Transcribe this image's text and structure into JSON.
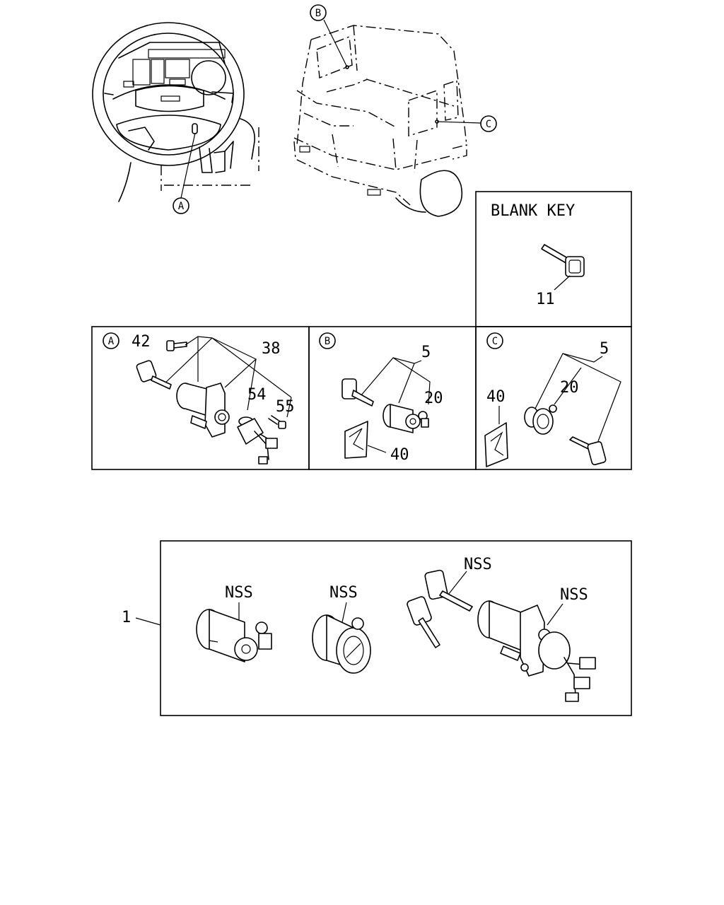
{
  "callouts": {
    "a": "A",
    "b": "B",
    "c": "C"
  },
  "blank_key": {
    "title": "BLANK KEY",
    "part": "11"
  },
  "panel_a": {
    "letter": "A",
    "p42": "42",
    "p38": "38",
    "p54": "54",
    "p55": "55"
  },
  "panel_b": {
    "letter": "B",
    "p5": "5",
    "p20": "20",
    "p40": "40"
  },
  "panel_c": {
    "letter": "C",
    "p5": "5",
    "p20": "20",
    "p40": "40"
  },
  "kit": {
    "number": "1",
    "nss": "NSS"
  }
}
